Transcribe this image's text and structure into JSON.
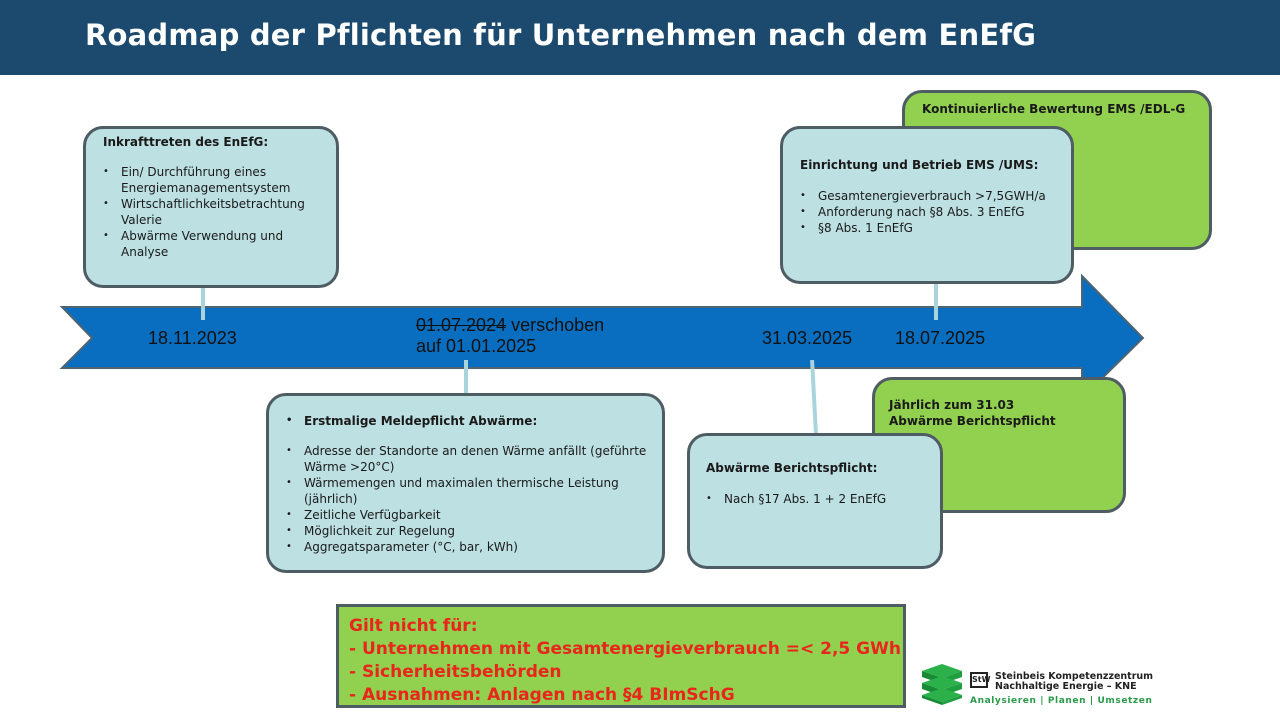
{
  "header": {
    "title": "Roadmap der Pflichten für Unternehmen nach dem EnEfG"
  },
  "timeline": {
    "date_1": "18.11.2023",
    "date_2_struck": "01.07.2024",
    "date_2_suffix": " verschoben",
    "date_2_line2": "auf 01.01.2025",
    "date_3": "31.03.2025",
    "date_4": "18.07.2025"
  },
  "boxes": {
    "inkrafttreten": {
      "title": "Inkrafttreten des EnEfG:",
      "items": [
        "Ein/ Durchführung eines Energiemanagementsystem",
        "Wirtschaftlichkeitsbetrachtung Valerie",
        "Abwärme Verwendung und Analyse"
      ]
    },
    "meldepflicht": {
      "title": "Erstmalige Meldepflicht Abwärme:",
      "items": [
        "Adresse der Standorte an denen Wärme anfällt  (geführte Wärme >20°C)",
        "Wärmemengen und maximalen thermische Leistung (jährlich)",
        "Zeitliche Verfügbarkeit",
        "Möglichkeit zur Regelung",
        "Aggregatsparameter (°C, bar, kWh)"
      ]
    },
    "berichtspflicht": {
      "title": "Abwärme Berichtspflicht:",
      "items": [
        "Nach §17 Abs. 1 + 2 EnEfG"
      ]
    },
    "jaehrlich": {
      "line1": "Jährlich zum 31.03",
      "line2": "Abwärme Berichtspflicht"
    },
    "ems": {
      "title": "Einrichtung und Betrieb EMS /UMS:",
      "items": [
        "Gesamtenergieverbrauch >7,5GWH/a",
        "Anforderung nach §8 Abs. 3 EnEfG",
        "§8 Abs. 1 EnEfG"
      ]
    },
    "kontinuierlich": {
      "title": "Kontinuierliche Bewertung EMS /EDL-G"
    }
  },
  "note": {
    "lines": [
      "Gilt nicht für:",
      "- Unternehmen mit Gesamtenergieverbrauch =< 2,5 GWh",
      "- Sicherheitsbehörden",
      "- Ausnahmen: Anlagen nach §4 BImSchG"
    ]
  },
  "logo": {
    "seal": "StW",
    "line1": "Steinbeis Kompetenzzentrum",
    "line2": "Nachhaltige Energie – KNE",
    "tagline": "Analysieren | Planen | Umsetzen"
  },
  "colors": {
    "header": "#1b4a6e",
    "arrow": "#0a6ec0",
    "box_blue": "#bde0e3",
    "box_green": "#92d050",
    "note_text": "#e8261c"
  }
}
